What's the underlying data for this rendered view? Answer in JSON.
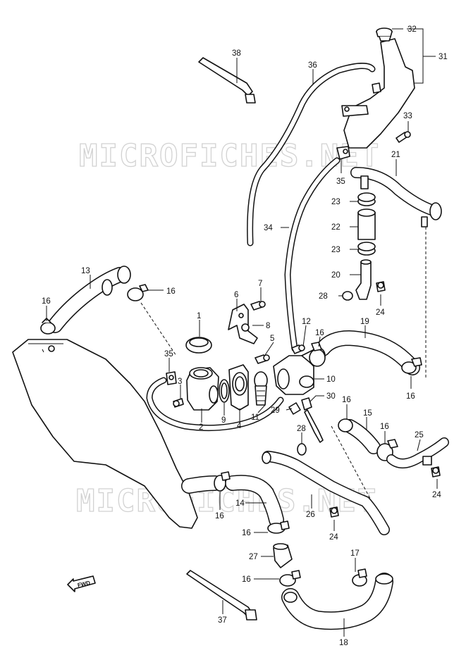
{
  "watermark": "MICROFICHES.NET",
  "fwd_label": "FWD",
  "callouts": {
    "c1": "1",
    "c2": "2",
    "c3": "3",
    "c4": "4",
    "c5": "5",
    "c6": "6",
    "c7": "7",
    "c8": "8",
    "c9": "9",
    "c10": "10",
    "c11": "11",
    "c12": "12",
    "c13": "13",
    "c14": "14",
    "c15": "15",
    "c16a": "16",
    "c16b": "16",
    "c16c": "16",
    "c16d": "16",
    "c16e": "16",
    "c16f": "16",
    "c16g": "16",
    "c16h": "16",
    "c16i": "16",
    "c17": "17",
    "c18": "18",
    "c19": "19",
    "c20": "20",
    "c21": "21",
    "c22": "22",
    "c23a": "23",
    "c23b": "23",
    "c24a": "24",
    "c24b": "24",
    "c24c": "24",
    "c25": "25",
    "c26": "26",
    "c27": "27",
    "c28a": "28",
    "c28b": "28",
    "c29": "29",
    "c30": "30",
    "c31": "31",
    "c32": "32",
    "c33": "33",
    "c34": "34",
    "c35a": "35",
    "c35b": "35",
    "c36": "36",
    "c37": "37",
    "c38": "38"
  }
}
